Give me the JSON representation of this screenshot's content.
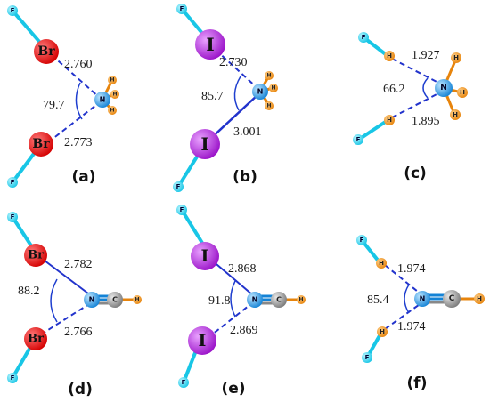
{
  "atoms": {
    "F": "F",
    "Br": "Br",
    "I": "I",
    "N": "N",
    "H": "H",
    "C": "C"
  },
  "colors": {
    "fluorine": "#18c6e6",
    "bromine": "#d40000",
    "iodine": "#9a12c8",
    "nitrogen": "#1483d6",
    "hydrogen": "#e7840c",
    "carbon": "#7a7a7a",
    "bond_line": "#2233cc"
  },
  "panels": {
    "a": {
      "label": "(a)",
      "d1": "2.760",
      "angle": "79.7",
      "d2": "2.773"
    },
    "b": {
      "label": "(b)",
      "d1": "2.730",
      "angle": "85.7",
      "d2": "3.001"
    },
    "c": {
      "label": "(c)",
      "d1": "1.927",
      "angle": "66.2",
      "d2": "1.895"
    },
    "d": {
      "label": "(d)",
      "d1": "2.782",
      "angle": "88.2",
      "d2": "2.766"
    },
    "e": {
      "label": "(e)",
      "d1": "2.868",
      "angle": "91.8",
      "d2": "2.869"
    },
    "f": {
      "label": "(f)",
      "d1": "1.974",
      "angle": "85.4",
      "d2": "1.974"
    }
  }
}
